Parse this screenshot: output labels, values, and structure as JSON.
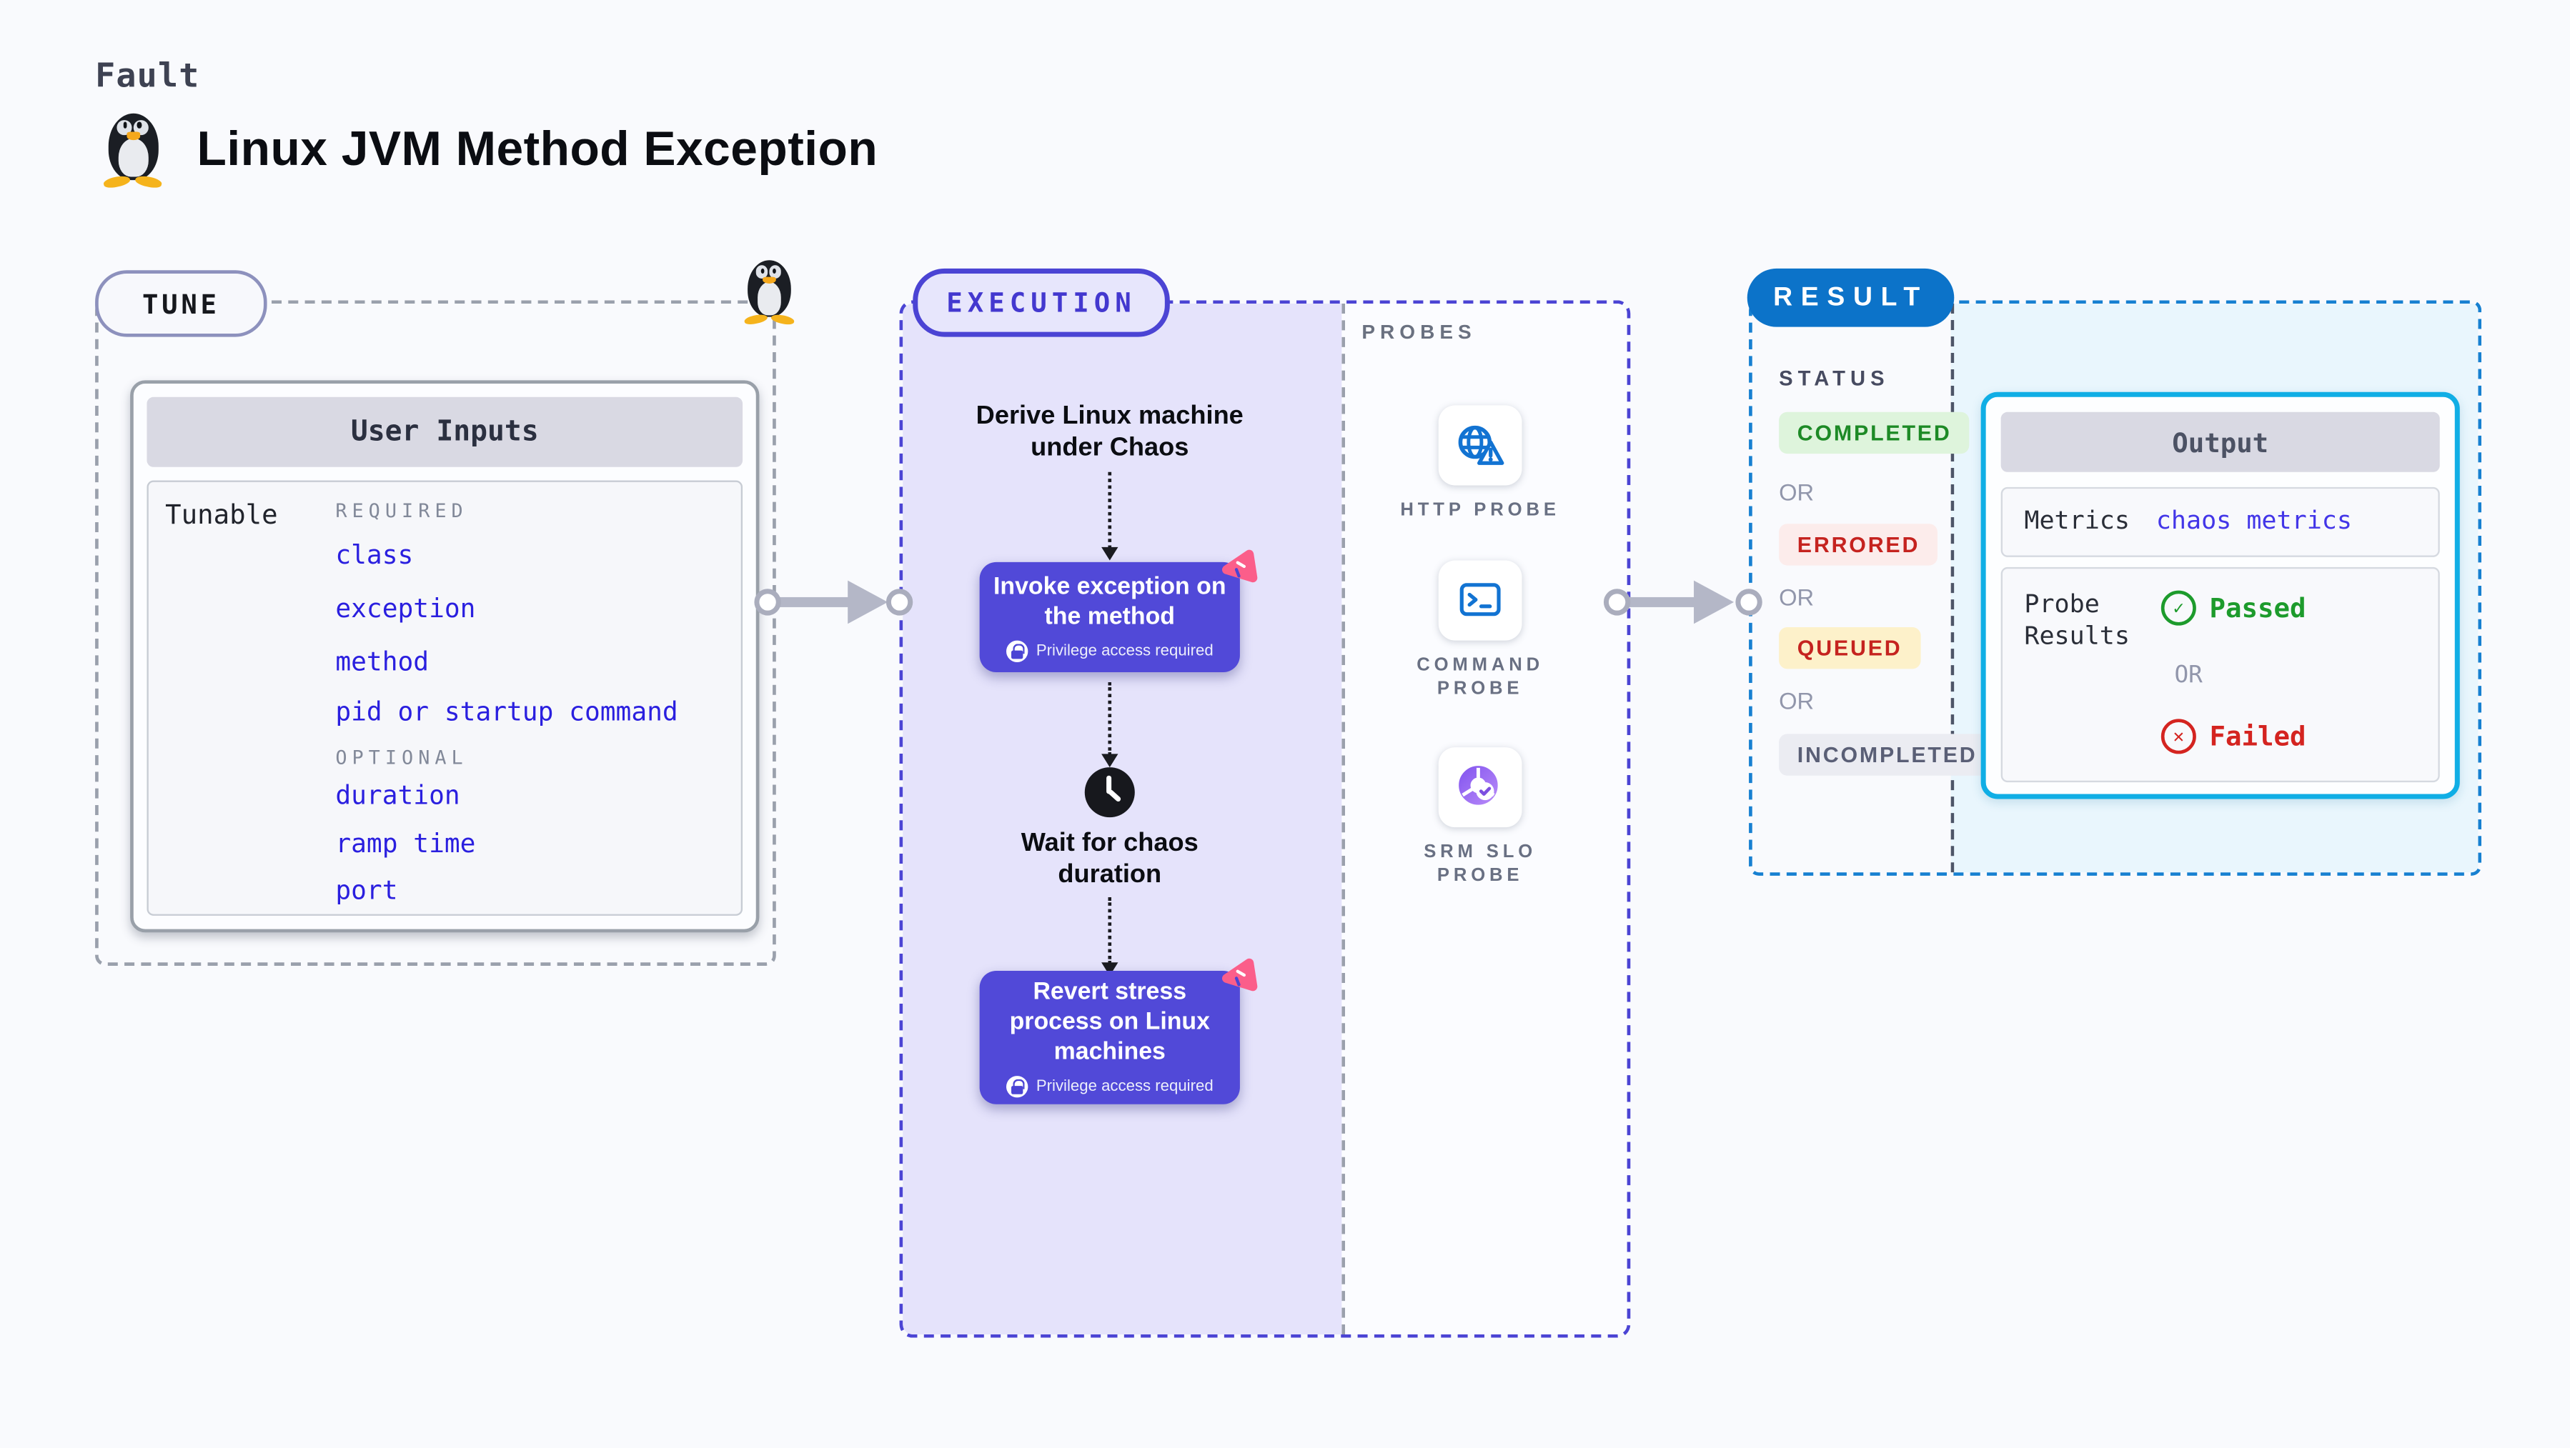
{
  "page": {
    "fault_label": "Fault",
    "title": "Linux JVM Method Exception"
  },
  "tune": {
    "badge": "TUNE",
    "user_inputs": {
      "title": "User Inputs",
      "row_label": "Tunable",
      "required_heading": "REQUIRED",
      "required_items": [
        "class",
        "exception",
        "method",
        "pid or startup command"
      ],
      "optional_heading": "OPTIONAL",
      "optional_items": [
        "duration",
        "ramp time",
        "port"
      ]
    }
  },
  "execution": {
    "badge": "EXECUTION",
    "steps": {
      "derive": "Derive Linux machine under Chaos",
      "invoke": {
        "label": "Invoke exception on the method",
        "note": "Privilege access required"
      },
      "wait": "Wait for chaos duration",
      "revert": {
        "label": "Revert stress process on Linux machines",
        "note": "Privilege access required"
      }
    },
    "probes": {
      "heading": "PROBES",
      "items": [
        {
          "label": "HTTP PROBE",
          "icon": "globe-warning-icon"
        },
        {
          "label": "COMMAND PROBE",
          "icon": "terminal-icon"
        },
        {
          "label": "SRM SLO PROBE",
          "icon": "slo-donut-check-icon"
        }
      ]
    }
  },
  "result": {
    "badge": "RESULT",
    "status_heading": "STATUS",
    "or_label": "OR",
    "statuses": [
      {
        "label": "COMPLETED",
        "type": "success"
      },
      {
        "label": "ERRORED",
        "type": "error"
      },
      {
        "label": "QUEUED",
        "type": "warning"
      },
      {
        "label": "INCOMPLETED",
        "type": "muted"
      }
    ],
    "output": {
      "title": "Output",
      "metrics_label": "Metrics",
      "metrics_value": "chaos metrics",
      "probe_results_label": "Probe Results",
      "passed": "Passed",
      "failed": "Failed"
    }
  },
  "colors": {
    "background": "#f9fafd",
    "execution_accent": "#4b44d4",
    "execution_fill": "#e5e3fb",
    "node_fill": "#5149d8",
    "chaos_pink": "#fb5e8a",
    "result_accent": "#0c73c9",
    "result_dashed": "#1780d1",
    "result_fill": "#e9f6fd",
    "output_border": "#10aee5",
    "probe_icon_blue": "#1273d2",
    "srm_purple": "#9a6cf2",
    "link_blue": "#2a1fdf",
    "success_green": "#1d8a26",
    "fail_red": "#d42420",
    "arrow_gray": "#b4b7c7"
  }
}
